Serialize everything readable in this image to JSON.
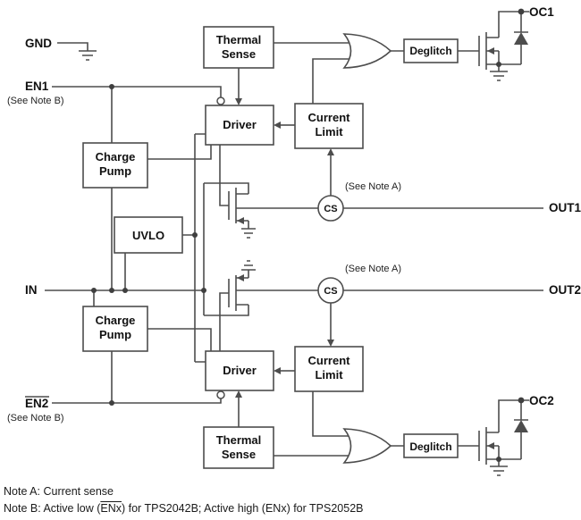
{
  "pins": {
    "gnd": "GND",
    "en1": "EN1",
    "en2": "EN2",
    "in": "IN",
    "oc1": "OC1",
    "oc2": "OC2",
    "out1": "OUT1",
    "out2": "OUT2"
  },
  "blocks": {
    "thermal_line1": "Thermal",
    "thermal_line2": "Sense",
    "driver": "Driver",
    "current_line1": "Current",
    "current_line2": "Limit",
    "charge_line1": "Charge",
    "charge_line2": "Pump",
    "uvlo": "UVLO",
    "deglitch": "Deglitch",
    "cs": "CS"
  },
  "annotations": {
    "see_note_a": "(See Note A)",
    "see_note_b": "(See Note B)"
  },
  "notes": {
    "note_a": "Note A: Current sense",
    "note_b_part1": "Note B: Active low (",
    "note_b_en": "ENx",
    "note_b_part2": ") for TPS2042B; Active high (ENx) for TPS2052B"
  },
  "symbols": {
    "ground": "ground-symbol",
    "mosfet": "n-channel-mosfet",
    "diode": "diode",
    "or_gate": "or-gate",
    "current_sense": "cs-circle"
  },
  "colors": {
    "line": "#4d4d4d",
    "text": "#111111",
    "background": "#ffffff"
  }
}
